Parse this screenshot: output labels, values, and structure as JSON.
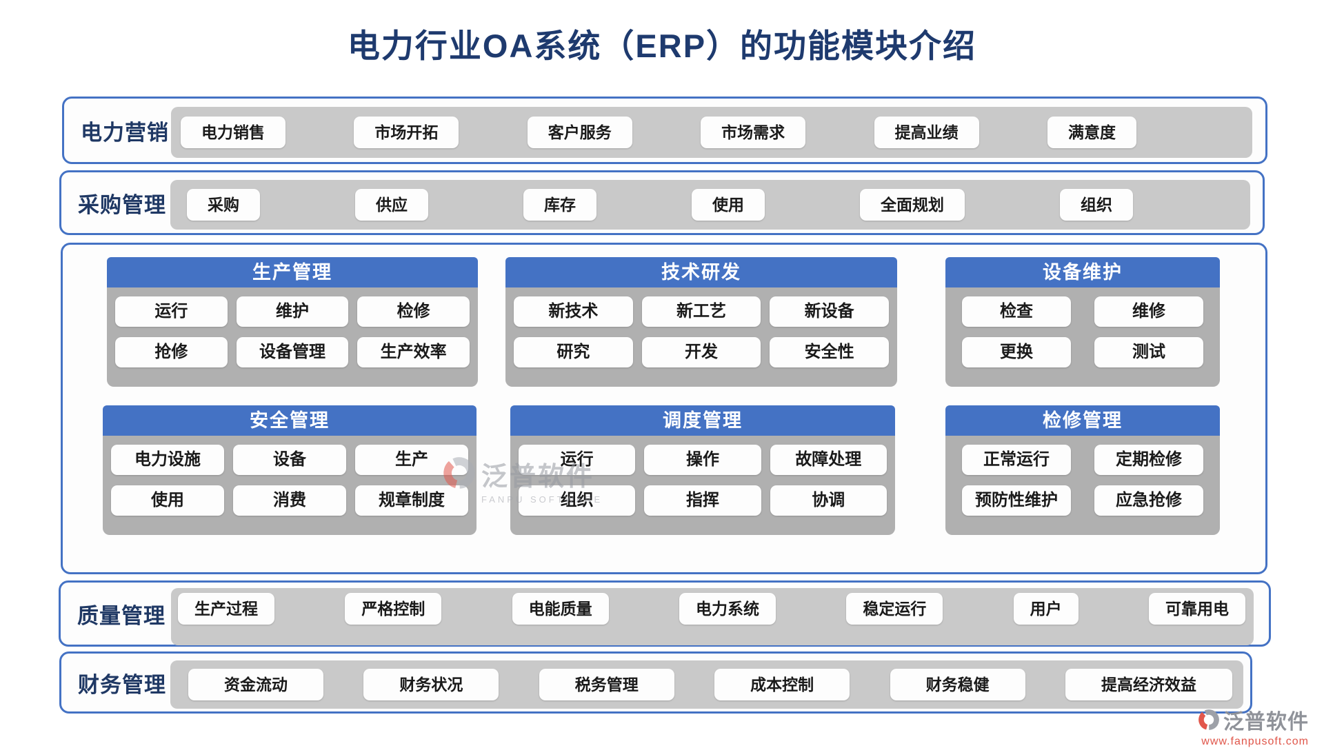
{
  "title": "电力行业OA系统（ERP）的功能模块介绍",
  "bands": [
    {
      "label": "电力营销",
      "items": [
        "电力销售",
        "市场开拓",
        "客户服务",
        "市场需求",
        "提高业绩",
        "满意度"
      ]
    },
    {
      "label": "采购管理",
      "items": [
        "采购",
        "供应",
        "库存",
        "使用",
        "全面规划",
        "组织"
      ]
    },
    {
      "label": "质量管理",
      "items": [
        "生产过程",
        "严格控制",
        "电能质量",
        "电力系统",
        "稳定运行",
        "用户",
        "可靠用电"
      ]
    },
    {
      "label": "财务管理",
      "items": [
        "资金流动",
        "财务状况",
        "税务管理",
        "成本控制",
        "财务稳健",
        "提高经济效益"
      ]
    }
  ],
  "modules": [
    {
      "title": "生产管理",
      "items": [
        "运行",
        "维护",
        "检修",
        "抢修",
        "设备管理",
        "生产效率"
      ]
    },
    {
      "title": "技术研发",
      "items": [
        "新技术",
        "新工艺",
        "新设备",
        "研究",
        "开发",
        "安全性"
      ]
    },
    {
      "title": "设备维护",
      "items": [
        "检查",
        "维修",
        "更换",
        "测试"
      ]
    },
    {
      "title": "安全管理",
      "items": [
        "电力设施",
        "设备",
        "生产",
        "使用",
        "消费",
        "规章制度"
      ]
    },
    {
      "title": "调度管理",
      "items": [
        "运行",
        "操作",
        "故障处理",
        "组织",
        "指挥",
        "协调"
      ]
    },
    {
      "title": "检修管理",
      "items": [
        "正常运行",
        "定期检修",
        "预防性维护",
        "应急抢修"
      ]
    }
  ],
  "watermarks": {
    "center": {
      "name": "泛普软件",
      "subtitle": "FANPU SOFTWARE",
      "icon": "fanpu-swirl-logo"
    },
    "corner": {
      "name": "泛普软件",
      "url": "www.fanpusoft.com",
      "icon": "fanpu-swirl-logo"
    }
  },
  "colors": {
    "title_navy": "#1e3a6e",
    "border_blue": "#4472c4",
    "module_header_blue": "#4472c4",
    "band_gray": "#c9c9c9",
    "module_body_gray": "#b0b0b0",
    "chip_white": "#fdfdfd",
    "url_red": "#e0564a",
    "logo_gray": "#b9b9b9",
    "logo_red": "#e2574c"
  }
}
